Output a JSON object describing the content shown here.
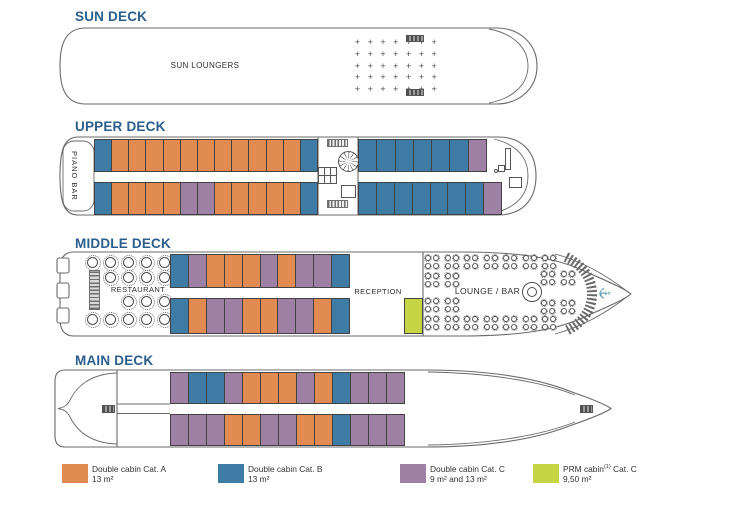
{
  "colors": {
    "catA": "#e18a52",
    "catB": "#3f7ca5",
    "catC": "#9e80a5",
    "prm": "#c5d544",
    "outline": "#6a6a6a",
    "title": "#2b5e8c"
  },
  "cabin_color_keys": {
    "A": "catA",
    "B": "catB",
    "C": "catC",
    "P": "prm"
  },
  "decks": {
    "sun": {
      "title": "SUN DECK",
      "loungers_label": "SUN LOUNGERS",
      "lounger_grid": {
        "count": 35,
        "cols": 7,
        "rows": 5
      }
    },
    "upper": {
      "title": "UPPER DECK",
      "piano_bar_label": "PIANO BAR",
      "left_top": [
        "B",
        "A",
        "A",
        "A",
        "A",
        "A",
        "A",
        "A",
        "A",
        "A",
        "A",
        "A",
        "B"
      ],
      "left_bottom": [
        "B",
        "A",
        "A",
        "A",
        "A",
        "C",
        "C",
        "A",
        "A",
        "A",
        "A",
        "A",
        "B"
      ],
      "right_top": [
        "B",
        "B",
        "B",
        "B",
        "B",
        "B",
        "C"
      ],
      "right_bottom": [
        "B",
        "B",
        "B",
        "B",
        "B",
        "B",
        "B",
        "C"
      ]
    },
    "middle": {
      "title": "MIDDLE DECK",
      "restaurant": {
        "label": "RESTAURANT",
        "table_rows": [
          5,
          4,
          3,
          5
        ]
      },
      "reception_label": "RECEPTION",
      "lounge": {
        "label": "LOUNGE / BAR",
        "row_clusters": 7,
        "pair_clusters": 2
      },
      "top": [
        "B",
        "C",
        "A",
        "A",
        "A",
        "C",
        "A",
        "C",
        "C",
        "B"
      ],
      "bottom": [
        "B",
        "A",
        "C",
        "C",
        "A",
        "A",
        "C",
        "C",
        "A",
        "B"
      ],
      "prm_cabin": "P"
    },
    "main": {
      "title": "MAIN DECK",
      "top": [
        "C",
        "B",
        "B",
        "C",
        "A",
        "A",
        "A",
        "C",
        "A",
        "B",
        "C",
        "C",
        "C"
      ],
      "bottom": [
        "C",
        "C",
        "C",
        "A",
        "A",
        "C",
        "C",
        "A",
        "A",
        "B",
        "C",
        "C",
        "C"
      ]
    }
  },
  "legend": {
    "items": [
      {
        "color_key": "catA",
        "line1_pre": "Double cabin Cat. A",
        "sup": "",
        "line1_post": "",
        "line2": "13 m²"
      },
      {
        "color_key": "catB",
        "line1_pre": "Double cabin Cat. B",
        "sup": "",
        "line1_post": "",
        "line2": "13 m²"
      },
      {
        "color_key": "catC",
        "line1_pre": "Double cabin Cat. C",
        "sup": "",
        "line1_post": "",
        "line2": "9 m² and 13 m²"
      },
      {
        "color_key": "prm",
        "line1_pre": "PRM cabin",
        "sup": "(1)",
        "line1_post": " Cat. C",
        "line2": "9,50 m²"
      }
    ]
  }
}
